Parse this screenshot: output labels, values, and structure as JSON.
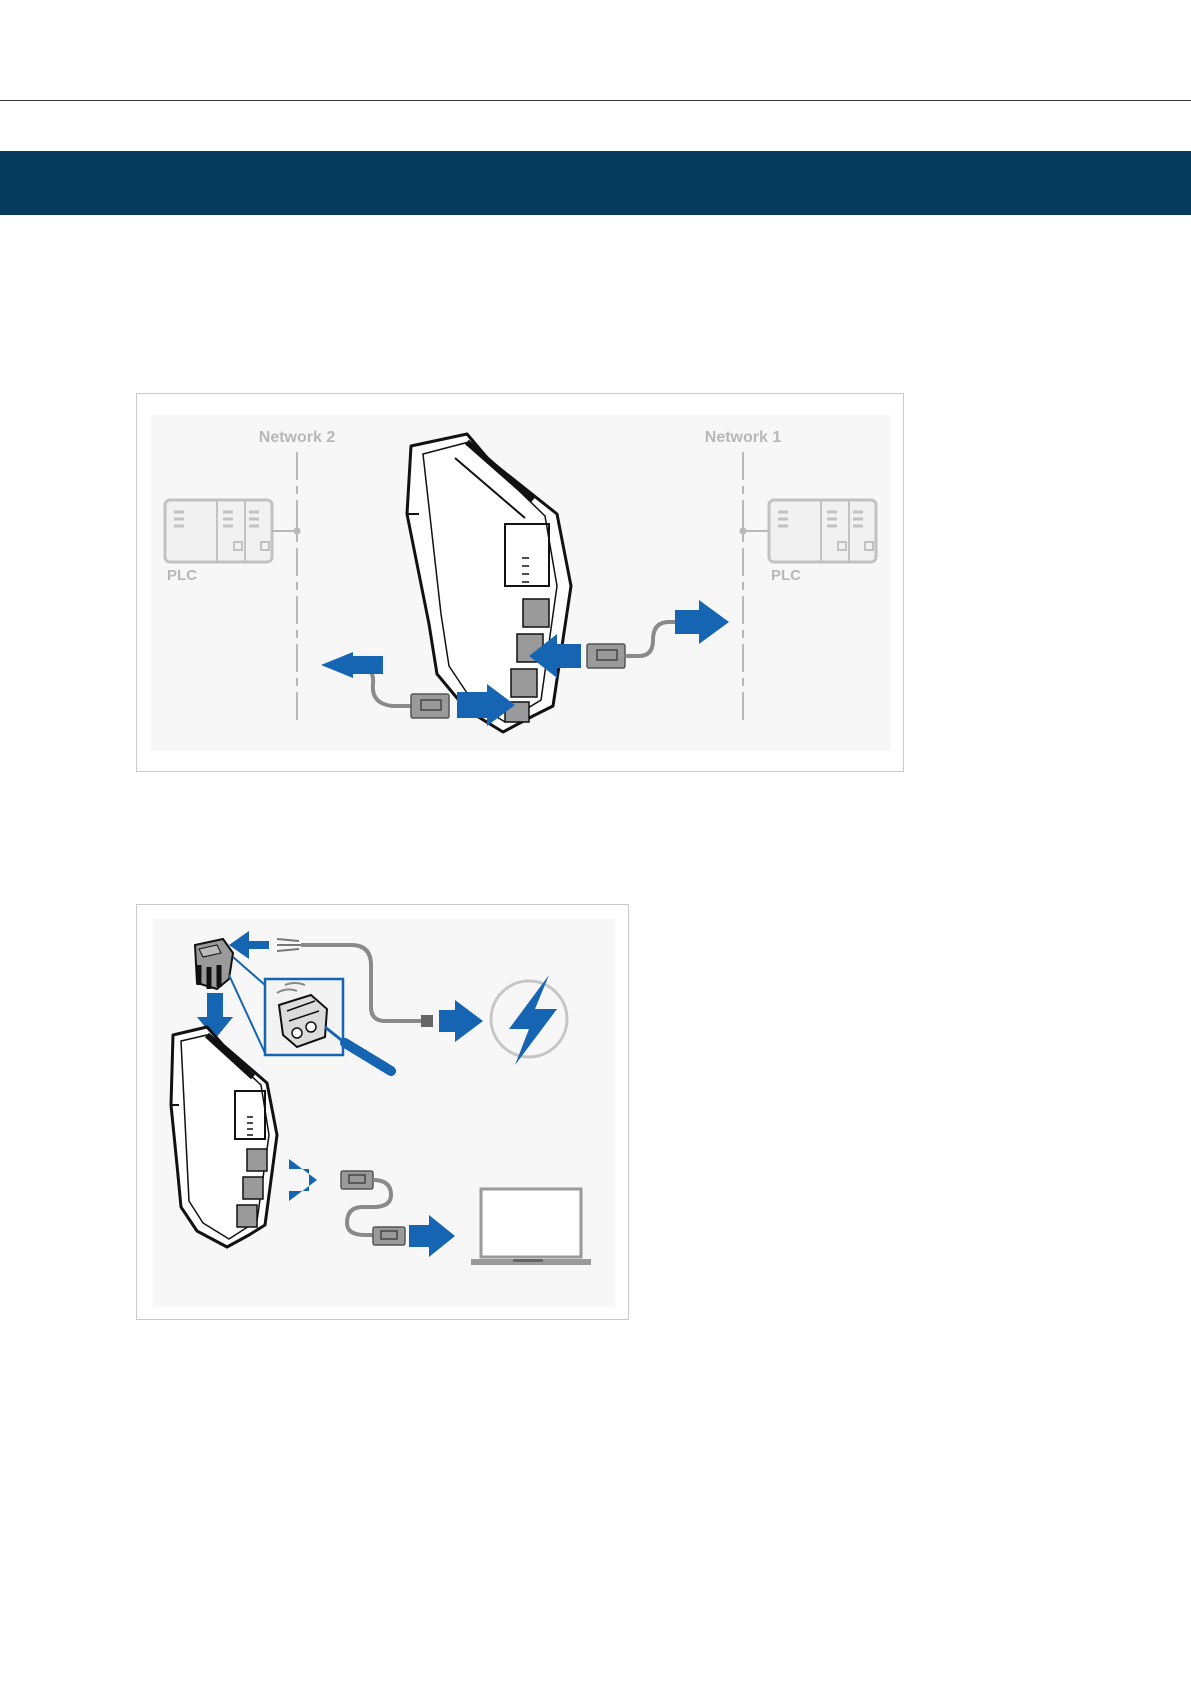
{
  "figure1": {
    "network_left_label": "Network 2",
    "network_right_label": "Network 1",
    "plc_left_label": "PLC",
    "plc_right_label": "PLC",
    "colors": {
      "arrow": "#1565b3",
      "cable": "#8a8a8a",
      "label": "#b8b8b8"
    }
  },
  "figure2": {
    "icons": [
      "terminal-block-connector",
      "power-icon",
      "screwdriver-icon",
      "laptop-icon",
      "gateway-device"
    ],
    "colors": {
      "arrow": "#1565b3",
      "power": "#1565b3"
    }
  }
}
